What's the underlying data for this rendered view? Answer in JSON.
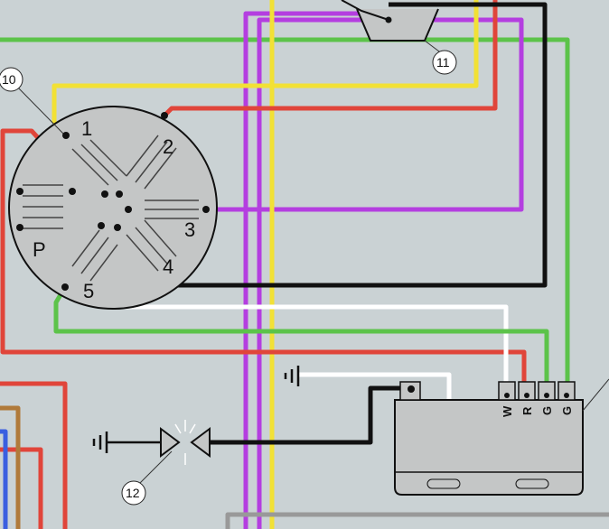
{
  "diagram": {
    "stator_labels": [
      "1",
      "2",
      "3",
      "4",
      "5",
      "P"
    ],
    "callouts": {
      "stator": "10",
      "switch": "11",
      "lamp": "12"
    },
    "regulator_terminals": [
      "W",
      "R",
      "G",
      "G"
    ]
  },
  "colors": {
    "background": "#cad2d4",
    "red": "#e0453a",
    "green": "#5cc34a",
    "yellow": "#f2e135",
    "purple": "#b43ee0",
    "black": "#111111",
    "white": "#ffffff",
    "grey_component": "#c4c6c6"
  }
}
